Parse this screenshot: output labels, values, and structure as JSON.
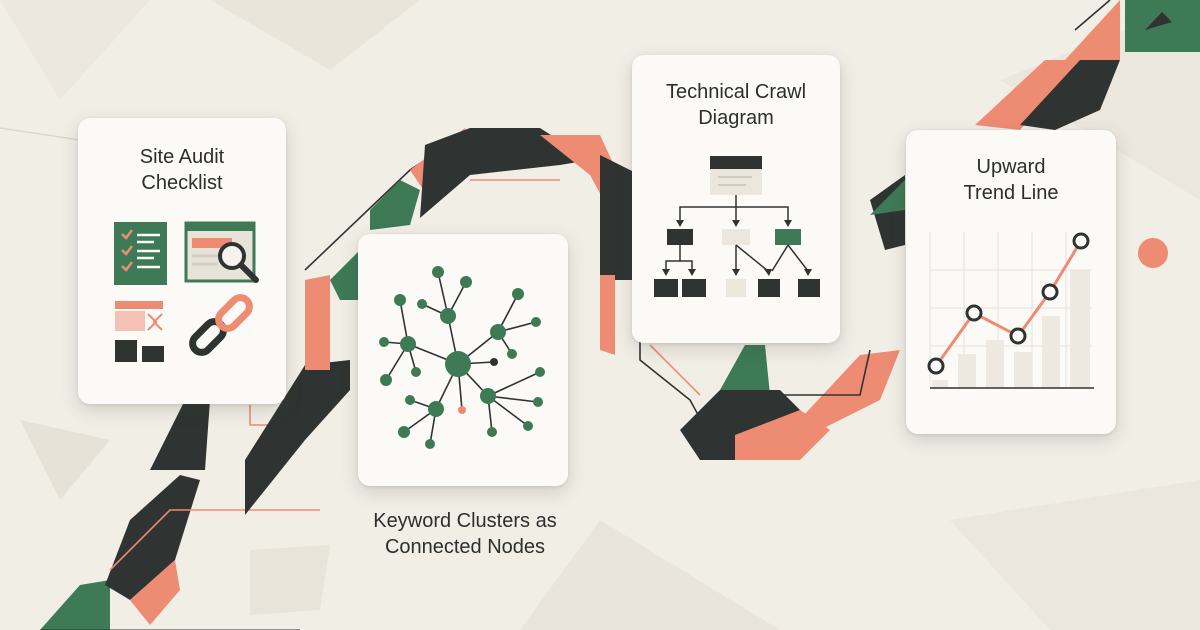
{
  "colors": {
    "background": "#f1eee6",
    "dark": "#2f3432",
    "green": "#3e7a55",
    "coral": "#ee8b73",
    "card": "#fbfaf7"
  },
  "steps": [
    {
      "id": "site-audit",
      "title_lines": [
        "Site Audit",
        "Checklist"
      ],
      "icons": [
        "checklist-icon",
        "browser-magnifier-icon",
        "broken-layout-icon",
        "chain-link-icon"
      ]
    },
    {
      "id": "keyword-clusters",
      "caption_lines": [
        "Keyword Clusters as",
        "Connected Nodes"
      ],
      "icons": [
        "node-network-icon"
      ]
    },
    {
      "id": "technical-crawl",
      "title_lines": [
        "Technical Crawl",
        "Diagram"
      ],
      "icons": [
        "site-tree-icon"
      ]
    },
    {
      "id": "upward-trend",
      "title_lines": [
        "Upward",
        "Trend Line"
      ],
      "icons": [
        "trend-chart-icon"
      ]
    }
  ]
}
